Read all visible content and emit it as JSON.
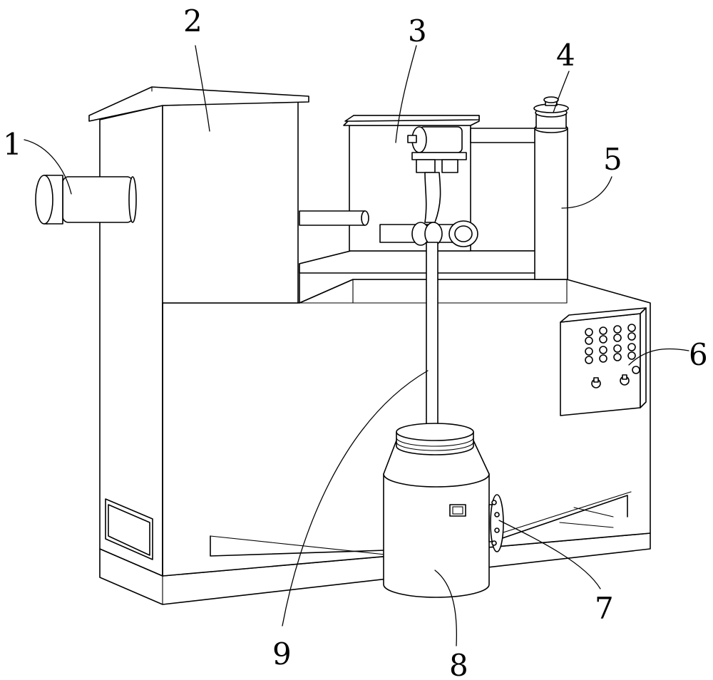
{
  "labels": [
    {
      "id": "inlet-pipe",
      "text": "1"
    },
    {
      "id": "solid-separation-tank",
      "text": "2"
    },
    {
      "id": "lifting-device",
      "text": "3"
    },
    {
      "id": "vent-cap",
      "text": "4"
    },
    {
      "id": "vertical-pipe",
      "text": "5"
    },
    {
      "id": "control-box",
      "text": "6"
    },
    {
      "id": "outlet-flange",
      "text": "7"
    },
    {
      "id": "pump-tank",
      "text": "8"
    },
    {
      "id": "lifting-rod",
      "text": "9"
    }
  ],
  "colors": {
    "line": "#000000",
    "background": "#ffffff"
  }
}
